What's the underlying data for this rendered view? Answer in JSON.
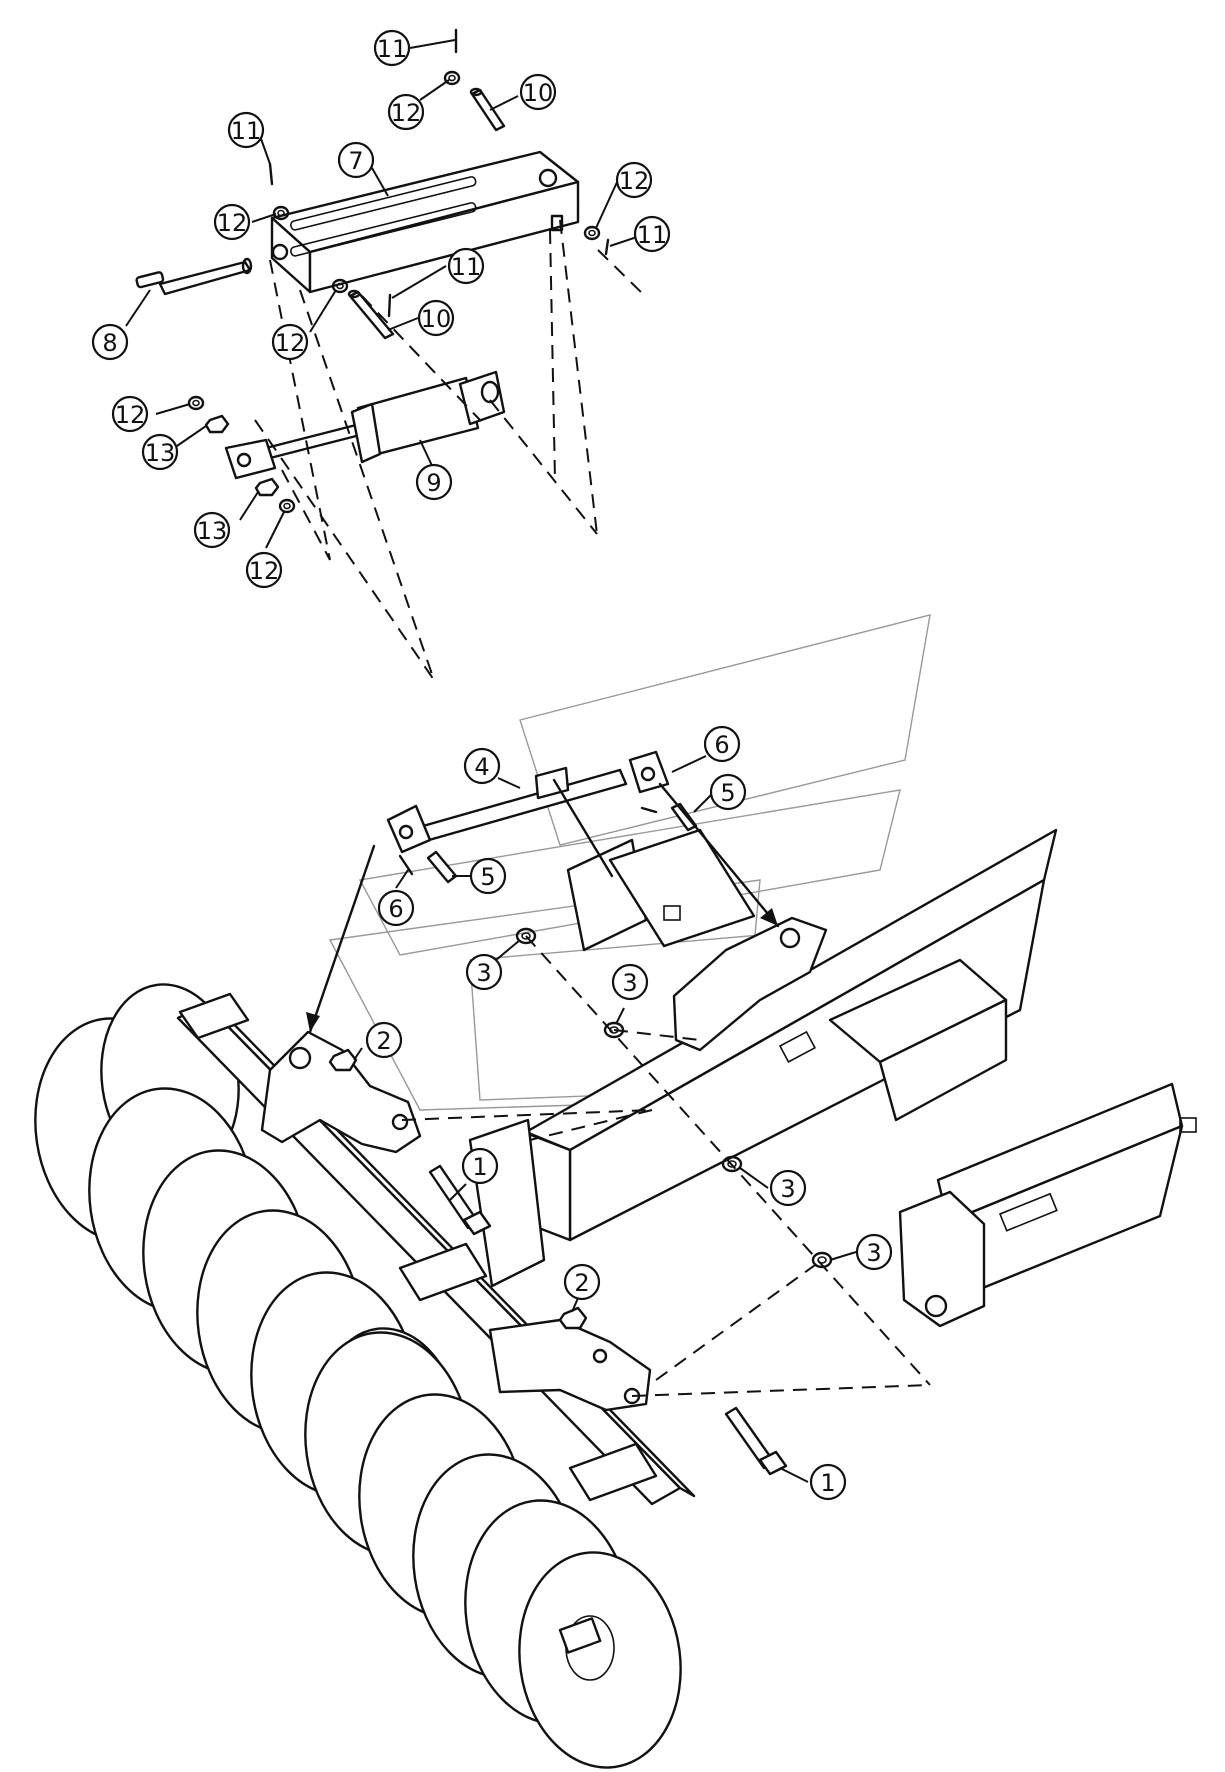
{
  "callouts": [
    {
      "id": "11",
      "label": "11"
    },
    {
      "id": "12",
      "label": "12"
    },
    {
      "id": "10",
      "label": "10"
    },
    {
      "id": "11",
      "label": "11"
    },
    {
      "id": "7",
      "label": "7"
    },
    {
      "id": "12",
      "label": "12"
    },
    {
      "id": "12",
      "label": "12"
    },
    {
      "id": "11",
      "label": "11"
    },
    {
      "id": "11",
      "label": "11"
    },
    {
      "id": "10",
      "label": "10"
    },
    {
      "id": "8",
      "label": "8"
    },
    {
      "id": "12",
      "label": "12"
    },
    {
      "id": "12",
      "label": "12"
    },
    {
      "id": "13",
      "label": "13"
    },
    {
      "id": "9",
      "label": "9"
    },
    {
      "id": "13",
      "label": "13"
    },
    {
      "id": "12",
      "label": "12"
    },
    {
      "id": "6",
      "label": "6"
    },
    {
      "id": "4",
      "label": "4"
    },
    {
      "id": "5",
      "label": "5"
    },
    {
      "id": "5",
      "label": "5"
    },
    {
      "id": "6",
      "label": "6"
    },
    {
      "id": "3",
      "label": "3"
    },
    {
      "id": "3",
      "label": "3"
    },
    {
      "id": "2",
      "label": "2"
    },
    {
      "id": "1",
      "label": "1"
    },
    {
      "id": "3",
      "label": "3"
    },
    {
      "id": "3",
      "label": "3"
    },
    {
      "id": "2",
      "label": "2"
    },
    {
      "id": "1",
      "label": "1"
    }
  ]
}
